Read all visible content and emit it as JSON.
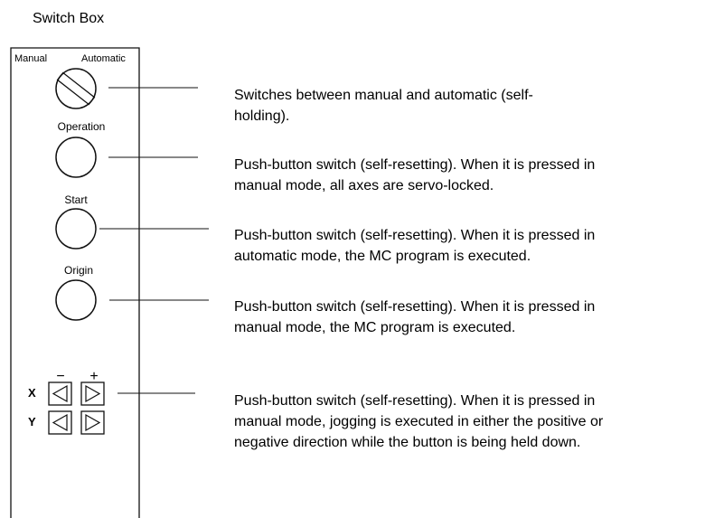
{
  "title": "Switch Box",
  "mode_labels": {
    "manual": "Manual",
    "automatic": "Automatic"
  },
  "buttons": [
    {
      "label": "Operation"
    },
    {
      "label": "Start"
    },
    {
      "label": "Origin"
    }
  ],
  "jog": {
    "minus": "−",
    "plus": "+",
    "x_axis": "X",
    "y_axis": "Y"
  },
  "descriptions": [
    {
      "lines": [
        "Switches between manual and automatic (self-",
        "holding)."
      ]
    },
    {
      "lines": [
        "Push-button switch (self-resetting). When it is pressed in",
        "manual mode, all axes are servo-locked."
      ]
    },
    {
      "lines": [
        "Push-button switch (self-resetting). When it is pressed in",
        "automatic mode, the MC program is executed."
      ]
    },
    {
      "lines": [
        "Push-button switch (self-resetting). When it is pressed in",
        "manual mode, the MC program is executed."
      ]
    },
    {
      "lines": [
        "Push-button switch (self-resetting). When it is pressed in",
        "manual mode, jogging is executed in either the positive or",
        "negative direction while the button is being held down."
      ]
    }
  ]
}
